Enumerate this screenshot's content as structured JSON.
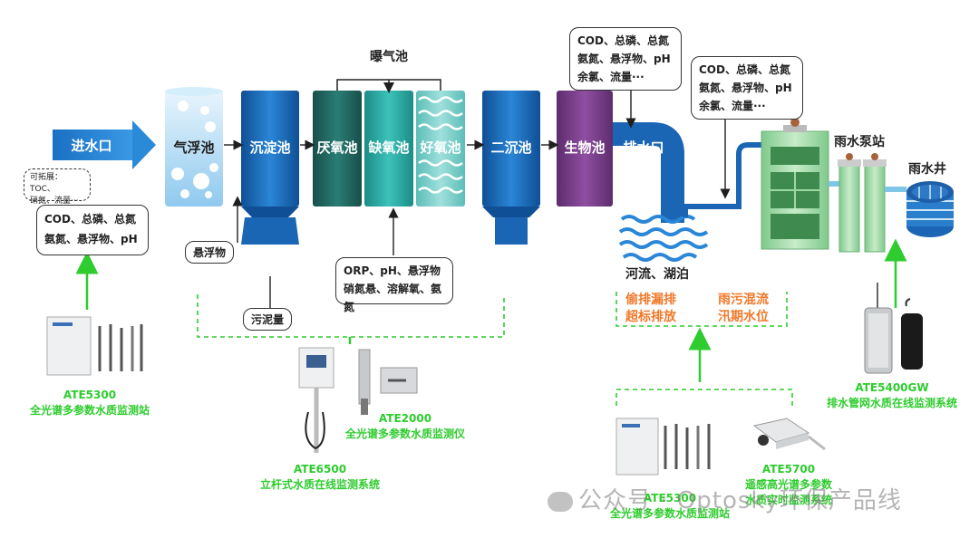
{
  "title": "曝气池",
  "inlet": "进水口",
  "tanks": {
    "flotation": "气浮池",
    "sedimentation": "沉淀池",
    "anaerobic": "厌氧池",
    "anoxic": "缺氧池",
    "aerobic": "好氧池",
    "secondary": "二沉池",
    "biological": "生物池"
  },
  "outlet": "排水口",
  "river": "河流、湖泊",
  "rain_pump": "雨水泵站",
  "rain_well": "雨水井",
  "params": {
    "inlet_line1": "COD、总磷、总氮",
    "inlet_line2": "氨氮、悬浮物、pH",
    "inlet_ext_line1": "可拓展：TOC、",
    "inlet_ext_line2": "硝氮、流量···",
    "aeration_line1": "ORP、pH、悬浮物",
    "aeration_line2": "硝氮悬、溶解氧、氨氮",
    "outlet_line1": "COD、总磷、总氮",
    "outlet_line2": "氨氮、悬浮物、pH",
    "outlet_line3": "余氯、流量···",
    "pipe_line1": "COD、总磷、总氮",
    "pipe_line2": "氨氮、悬浮物、pH",
    "pipe_line3": "余氯、流量···"
  },
  "suspended": "悬浮物",
  "sludge": "污泥量",
  "alerts": {
    "left_line1": "偷排漏排",
    "left_line2": "超标排放",
    "right_line1": "雨污混流",
    "right_line2": "汛期水位"
  },
  "products": {
    "ate5300_model": "ATE5300",
    "ate5300_name": "全光谱多参数水质监测站",
    "ate6500_model": "ATE6500",
    "ate6500_name": "立杆式水质在线监测系统",
    "ate2000_model": "ATE2000",
    "ate2000_name": "全光谱多参数水质监测仪",
    "ate5300b_model": "ATE5300",
    "ate5300b_name": "全光谱多参数水质监测站",
    "ate5700_model": "ATE5700",
    "ate5700_name_line1": "遥感高光谱多参数",
    "ate5700_name_line2": "水质实时监测系统",
    "ate5400_model": "ATE5400GW",
    "ate5400_name": "排水管网水质在线监测系统"
  },
  "watermark": "公众号 · Optosky环保产品线",
  "colors": {
    "blue": "#1565b5",
    "light_blue": "#bfe0f5",
    "teal_dark": "#1f6e66",
    "teal": "#2aa8a0",
    "teal_light": "#7fd0cc",
    "purple": "#7b3f8c",
    "green": "#2ecc2e",
    "orange": "#f0782a"
  }
}
